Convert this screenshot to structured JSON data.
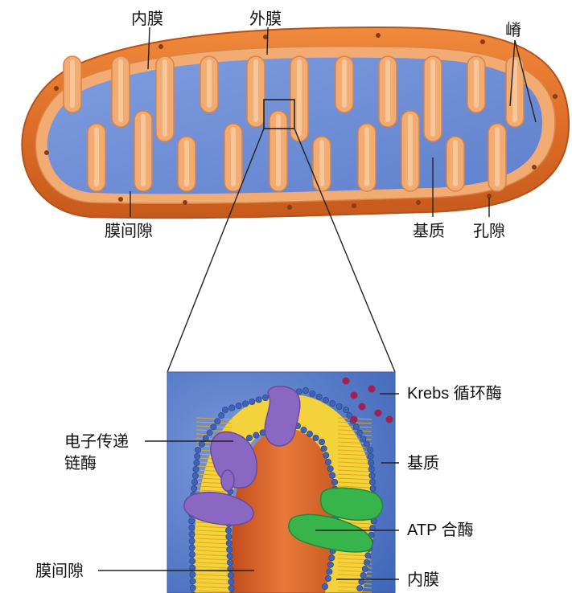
{
  "top_labels": {
    "inner_membrane": "内膜",
    "outer_membrane": "外膜",
    "crista": "嵴",
    "intermembrane_space": "膜间隙",
    "matrix": "基质",
    "pore": "孔隙"
  },
  "bottom_labels": {
    "krebs_enzymes": "Krebs 循环酶",
    "etc_line1": "电子传递",
    "etc_line2": "链酶",
    "matrix": "基质",
    "atp_synthase": "ATP 合酶",
    "intermembrane_space": "膜间隙",
    "inner_membrane": "内膜"
  },
  "colors": {
    "outer_orange": "#e0742f",
    "membrane_peach": "#f4b27a",
    "matrix_blue": "#6f8fd6",
    "inset_bg": "#4d74c4",
    "lipid_yellow": "#f3d23c",
    "phospholipid_head": "#3f63b8",
    "etc_purple": "#8a67c2",
    "atp_green": "#37b54a",
    "krebs_dot": "#a2204d"
  }
}
